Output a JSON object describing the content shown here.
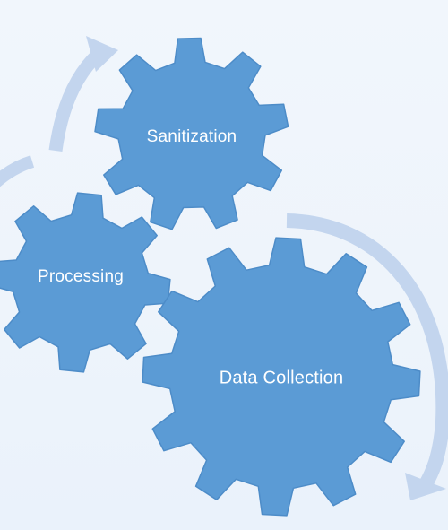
{
  "diagram": {
    "type": "process-gears",
    "colors": {
      "background": "#eef4fb",
      "gear_fill": "#5b9bd5",
      "gear_stroke": "#4d8cc8",
      "arrow": "#c3d5ee",
      "label": "#ffffff"
    },
    "gears": [
      {
        "id": "sanitization",
        "label": "Sanitization"
      },
      {
        "id": "processing",
        "label": "Processing"
      },
      {
        "id": "data-collection",
        "label": "Data Collection"
      }
    ],
    "arrows": [
      {
        "id": "arrow-top-left",
        "icon": "curved-arrow-up-icon"
      },
      {
        "id": "arrow-left-edge",
        "icon": "curved-arc-icon"
      },
      {
        "id": "arrow-right",
        "icon": "curved-arrow-down-icon"
      }
    ]
  }
}
